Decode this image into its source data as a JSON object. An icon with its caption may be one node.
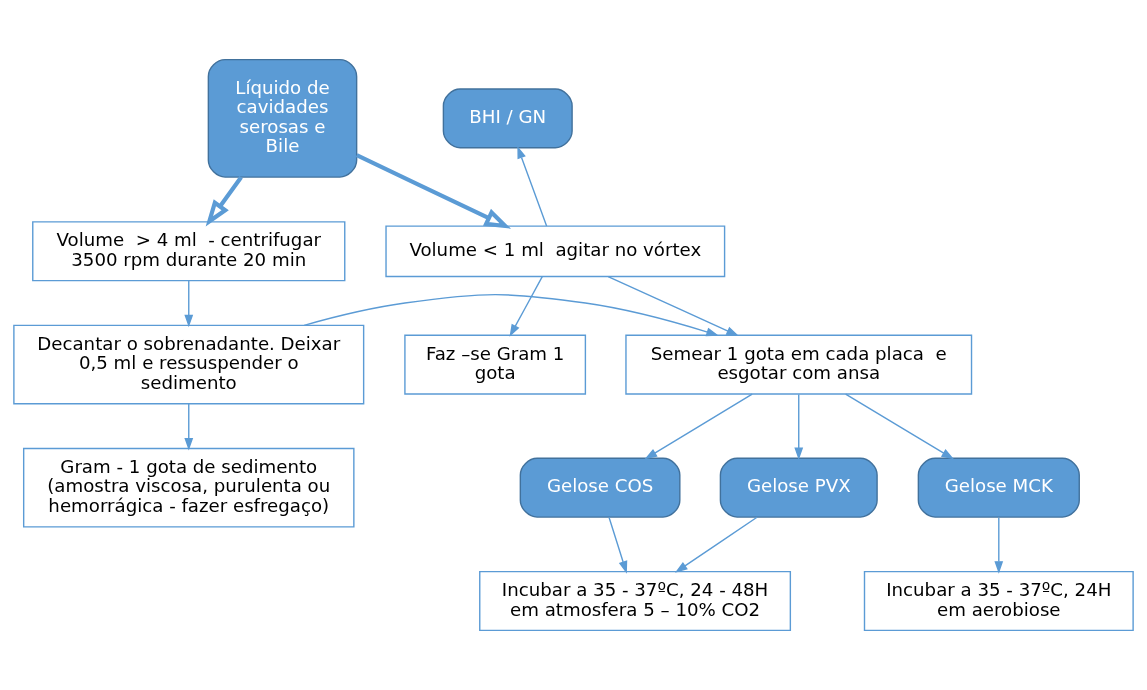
{
  "diagram": {
    "nodes": [
      {
        "text": [
          "Líquido de cavidades serosas e Bile"
        ]
      },
      {
        "text": [
          "BHI / GN"
        ]
      },
      {
        "text": [
          "Volume < 1 ml  agitar no vórtex"
        ]
      },
      {
        "text": [
          "Volume  > 4 ml  - centrifugar 3500 rpm durante 20 min"
        ]
      },
      {
        "text": [
          "Faz –se Gram 1 gota"
        ]
      },
      {
        "text": [
          "Semear 1 gota em cada placa  e esgotar com ansa"
        ]
      },
      {
        "text": [
          "Decantar o sobrenadante. Deixar 0,5 ml e ressuspender o sedimento"
        ]
      },
      {
        "text": [
          "Gram - 1 gota de sedimento (amostra viscosa, purulenta ou hemorrágica - fazer esfregaço)"
        ]
      },
      {
        "text": [
          "Gelose PVX"
        ]
      },
      {
        "text": [
          "Gelose COS"
        ]
      },
      {
        "text": [
          "Gelose MCK"
        ]
      },
      {
        "text": [
          "Incubar a 35 - 37ºC, 24 - 48H em atmosfera 5 – 10% CO2"
        ]
      },
      {
        "text": [
          "Incubar a 35 - 37ºC, 24H em aerobiose"
        ]
      }
    ],
    "edges": [
      {
        "from": 0,
        "to": 2,
        "arrow": "to",
        "style": "thick"
      },
      {
        "from": 0,
        "to": 3,
        "arrow": "to",
        "style": "thick"
      },
      {
        "from": 2,
        "to": 1,
        "arrow": "to"
      },
      {
        "from": 2,
        "to": 4,
        "arrow": "to"
      },
      {
        "from": 2,
        "to": 5,
        "arrow": "to"
      },
      {
        "from": 3,
        "to": 6,
        "arrow": "to"
      },
      {
        "from": 6,
        "to": 5,
        "arrow": "to"
      },
      {
        "from": 6,
        "to": 7,
        "arrow": "to"
      },
      {
        "from": 5,
        "to": 8,
        "arrow": "to"
      },
      {
        "from": 5,
        "to": 9,
        "arrow": "to"
      },
      {
        "from": 5,
        "to": 10,
        "arrow": "to"
      },
      {
        "from": 8,
        "to": 11,
        "arrow": "to"
      },
      {
        "from": 9,
        "to": 11,
        "arrow": "to"
      },
      {
        "from": 10,
        "to": 12,
        "arrow": "to"
      }
    ]
  }
}
